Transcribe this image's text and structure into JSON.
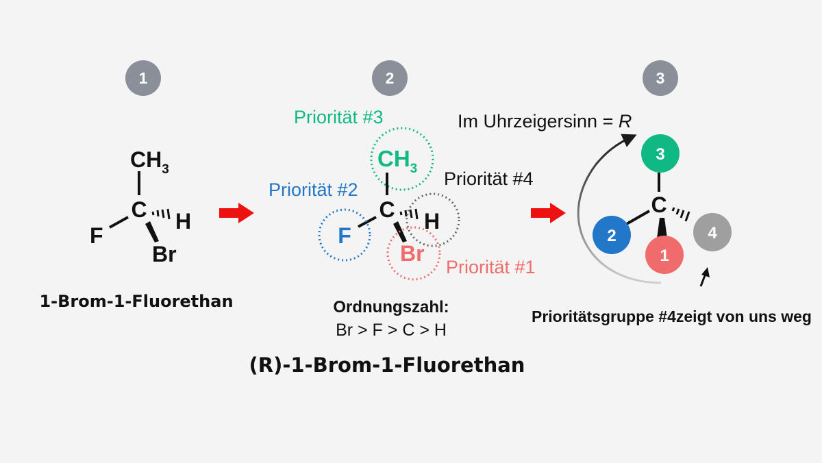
{
  "steps": [
    "1",
    "2",
    "3"
  ],
  "panel1": {
    "atoms": {
      "top": "CH",
      "top_sub": "3",
      "center": "C",
      "left": "F",
      "right": "H",
      "bottom": "Br"
    },
    "caption": "1-Brom-1-Fluorethan"
  },
  "panel2": {
    "atoms": {
      "top": "CH",
      "top_sub": "3",
      "center": "C",
      "left": "F",
      "right": "H",
      "bottom": "Br"
    },
    "labels": {
      "p3": "Priorität #3",
      "p2": "Priorität #2",
      "p4": "Priorität #4",
      "p1": "Priorität #1"
    },
    "caption_bold": "Ordnungszahl:",
    "caption_rule": "Br > F > C > H"
  },
  "panel3": {
    "title_text": "Im Uhrzeigersinn = ",
    "title_italic": "R",
    "center": "C",
    "balls": {
      "top": "3",
      "left": "2",
      "bottom": "1",
      "right": "4"
    },
    "caption": "Prioritätsgruppe #4zeigt von uns weg"
  },
  "result": "(R)-1-Brom-1-Fluorethan",
  "colors": {
    "step_badge": "#8a8f9a",
    "arrow": "#ee1111",
    "priority3": "#10b884",
    "priority2": "#2277c8",
    "priority1": "#f06b6b",
    "priority4": "#9f9f9f",
    "ink": "#111111"
  }
}
